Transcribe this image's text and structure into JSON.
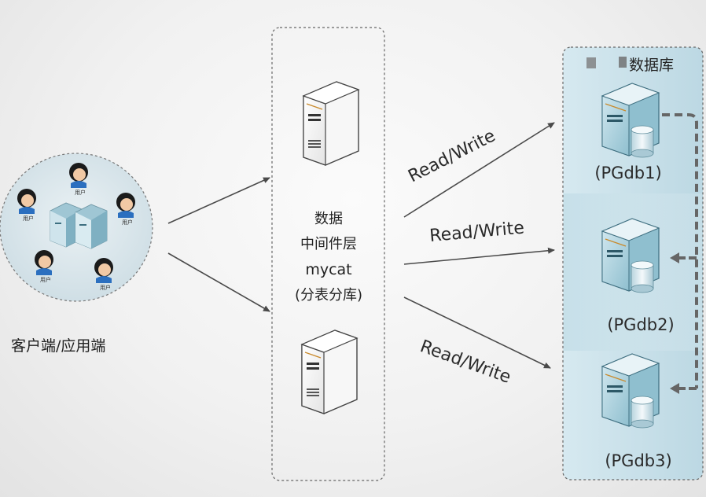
{
  "client": {
    "label": "客户端/应用端",
    "user_tag": "用户"
  },
  "middleware": {
    "line1": "数据",
    "line2": "中间件层",
    "line3": "mycat",
    "line4": "(分表分库)"
  },
  "connections": {
    "read_write_label": "Read/Write"
  },
  "database": {
    "title": "数据库",
    "nodes": [
      {
        "label": "(PGdb1)"
      },
      {
        "label": "(PGdb2)"
      },
      {
        "label": "(PGdb3)"
      }
    ]
  },
  "colors": {
    "arrow": "#4a4a4a",
    "db_panel": "#c8e0ea",
    "server_teal": "#8fbfcf"
  }
}
